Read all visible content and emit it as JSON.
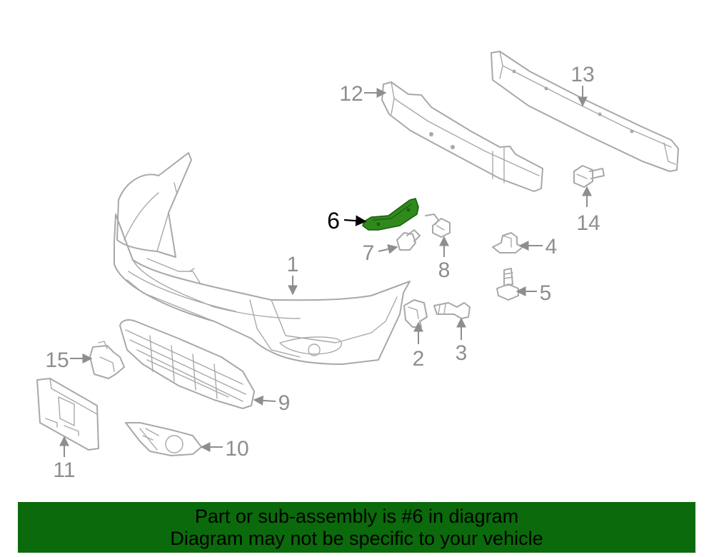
{
  "callouts": {
    "c1": "1",
    "c2": "2",
    "c3": "3",
    "c4": "4",
    "c5": "5",
    "c6": "6",
    "c7": "7",
    "c8": "8",
    "c9": "9",
    "c10": "10",
    "c11": "11",
    "c12": "12",
    "c13": "13",
    "c14": "14",
    "c15": "15"
  },
  "highlight": {
    "part": "6",
    "color": "#2f8a1b"
  },
  "banner": {
    "line1": "Part or sub-assembly is #6 in diagram",
    "line2": "Diagram may not be specific to your vehicle",
    "background": "#0b6a0b"
  }
}
